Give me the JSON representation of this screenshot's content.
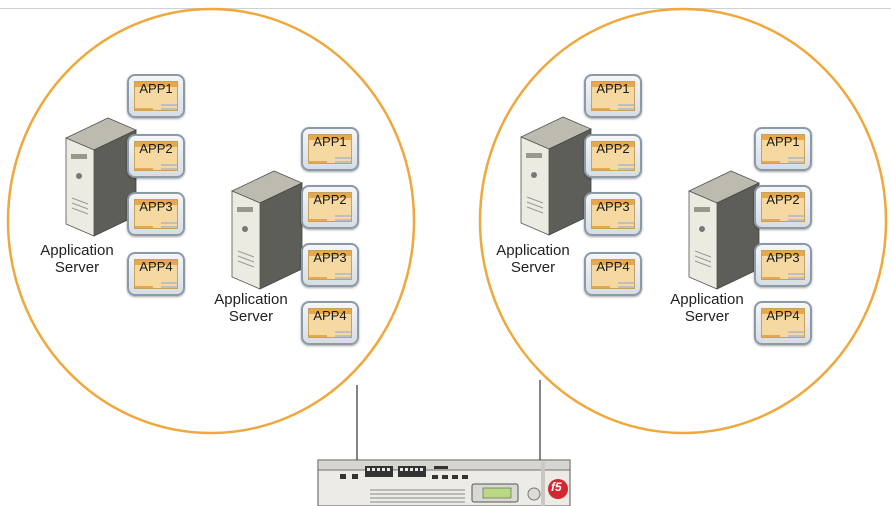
{
  "colors": {
    "circle_stroke": "#f0a83c",
    "app_fill": "#f6d9a0",
    "app_accent": "#e7a84a",
    "server_body": "#e9e7dc",
    "server_shadow": "#5b5b55"
  },
  "groups": [
    {
      "servers": [
        {
          "label_line1": "Application",
          "label_line2": "Server",
          "apps": [
            "APP1",
            "APP2",
            "APP3",
            "APP4"
          ]
        },
        {
          "label_line1": "Application",
          "label_line2": "Server",
          "apps": [
            "APP1",
            "APP2",
            "APP3",
            "APP4"
          ]
        }
      ]
    },
    {
      "servers": [
        {
          "label_line1": "Application",
          "label_line2": "Server",
          "apps": [
            "APP1",
            "APP2",
            "APP3",
            "APP4"
          ]
        },
        {
          "label_line1": "Application",
          "label_line2": "Server",
          "apps": [
            "APP1",
            "APP2",
            "APP3",
            "APP4"
          ]
        }
      ]
    }
  ],
  "device": {
    "icon": "f5-load-balancer-icon",
    "logo_text": "f5"
  }
}
